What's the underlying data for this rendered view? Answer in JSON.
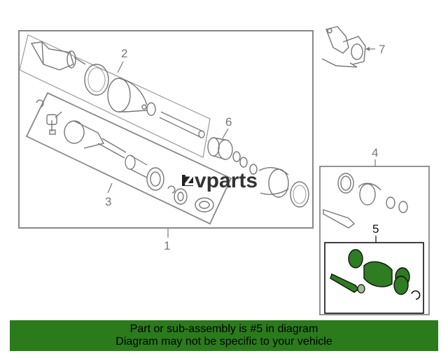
{
  "diagram": {
    "callouts": {
      "c1": "1",
      "c2": "2",
      "c3": "3",
      "c4": "4",
      "c5": "5",
      "c6": "6",
      "c7": "7"
    },
    "watermark": {
      "letter": "z",
      "text": "vparts"
    },
    "colors": {
      "line": "#777777",
      "highlight_fill": "#2e7d22",
      "banner": "#2b7a1c"
    }
  },
  "banner": {
    "line1": "Part or sub-assembly is #5 in diagram",
    "line2": "Diagram may not be specific to your vehicle"
  }
}
